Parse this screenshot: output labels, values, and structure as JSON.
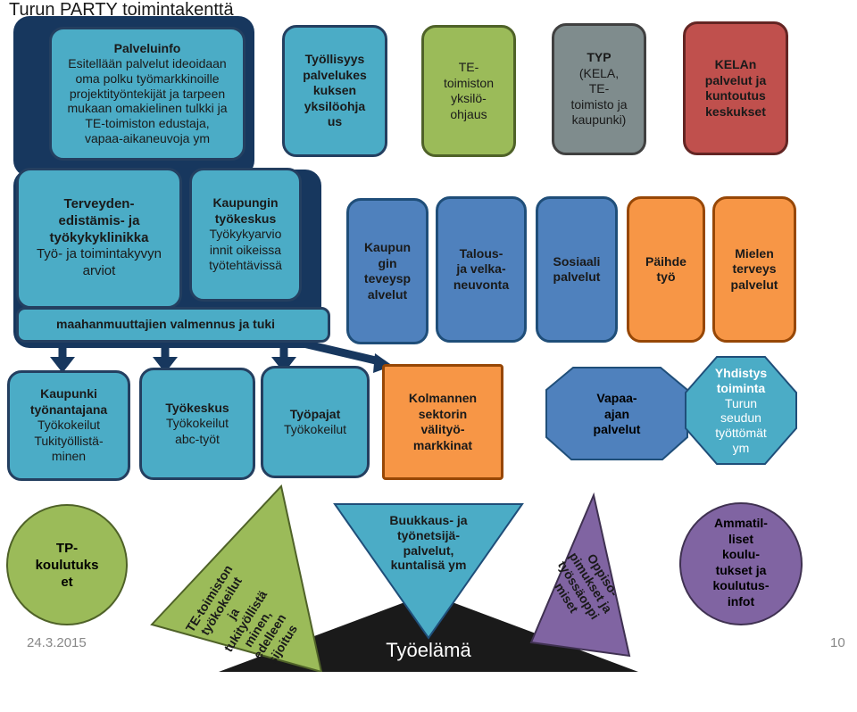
{
  "title": "Turun PARTY toimintakenttä",
  "footer": {
    "date": "24.3.2015",
    "page": "10",
    "bottom_label": "Työelämä"
  },
  "row1": {
    "palveluinfo": [
      "Palveluinfo",
      "Esitellään palvelut ideoidaan",
      "oma polku työmarkkinoille",
      "projektityöntekijät ja tarpeen",
      "mukaan omakielinen tulkki  ja",
      "TE-toimiston edustaja,",
      "vapaa-aikaneuvoja ym"
    ],
    "tyollisyys": [
      "Työllisyys",
      "palvelukes",
      "kuksen",
      "yksilöohja",
      "us"
    ],
    "te_yksilo": [
      "TE-",
      "toimiston",
      "yksilö-",
      "ohjaus"
    ],
    "typ": [
      "TYP",
      "(KELA,",
      "TE-",
      "toimisto ja",
      "kaupunki)"
    ],
    "kela": [
      "KELAn",
      "palvelut ja",
      "kuntoutus",
      "keskukset"
    ]
  },
  "row2": {
    "terveyden": [
      "Terveyden-",
      "edistämis- ja",
      "työkykyklinikka",
      "Työ- ja toimintakyvyn",
      "arviot"
    ],
    "kaupungin": [
      "Kaupungin",
      "työkeskus",
      "Työkykyarvio",
      "innit oikeissa",
      "työtehtävissä"
    ],
    "maahanmuuttajien": "maahanmuuttajien valmennus ja tuki",
    "kaupungin_terveys": [
      "Kaupun",
      "gin",
      "teveysp",
      "alvelut"
    ],
    "talous": [
      "Talous-",
      "ja velka-",
      "neuvonta"
    ],
    "sosiaali": [
      "Sosiaali",
      "palvelut"
    ],
    "paihde": [
      "Päihde",
      "työ"
    ],
    "mielen": [
      "Mielen",
      "terveys",
      "palvelut"
    ]
  },
  "row3": {
    "kaupunki_tyonantajana": [
      "Kaupunki",
      "työnantajana",
      "Työkokeilut",
      "Tukityöllistä-",
      "minen"
    ],
    "tyokeskus": [
      "Työkeskus",
      "Työkokeilut",
      "abc-työt"
    ],
    "tyopajat": [
      "Työpajat",
      "Työkokeilut"
    ],
    "kolmannen": [
      "Kolmannen",
      "sektorin",
      "välityö-",
      "markkinat"
    ],
    "vapaa_ajan": [
      "Vapaa-",
      "ajan",
      "palvelut"
    ],
    "yhdistys": [
      "Yhdistys",
      "toiminta",
      "Turun",
      "seudun",
      "työttömät",
      "ym"
    ]
  },
  "row4": {
    "tp": [
      "TP-",
      "koulutuks",
      "et"
    ],
    "te_tyokokeilut": [
      "TE-toimiston",
      "työkokeilut",
      "ja",
      "tukityöllistä",
      "minen,",
      "edelleen",
      "sijoitus"
    ],
    "buukkaus": [
      "Buukkaus- ja",
      "työnetsijä-",
      "palvelut,",
      "kuntalisä ym"
    ],
    "oppiso": [
      "Oppiso-",
      "pimukset ja",
      "työssäoppi",
      "miset"
    ],
    "ammatil": [
      "Ammatil-",
      "liset",
      "koulu-",
      "tukset ja",
      "koulutus-",
      "infot"
    ]
  },
  "colors": {
    "teal": "#4bacc6",
    "navy": "#17375e",
    "green": "#9bbb59",
    "gray": "#7f8c8d",
    "red": "#c0504d",
    "blue": "#4f81bd",
    "orange": "#f79646",
    "purple": "#8064a2"
  }
}
